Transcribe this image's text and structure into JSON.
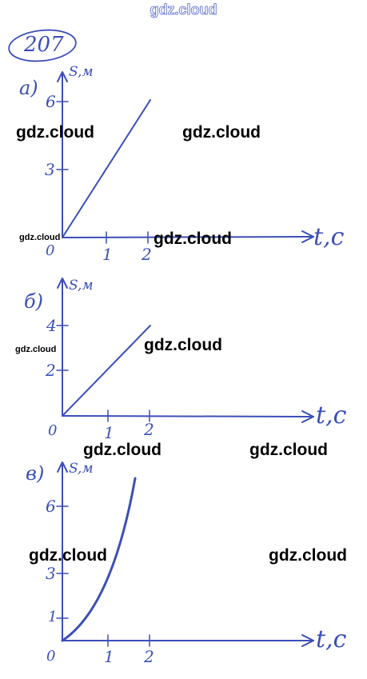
{
  "header_watermark": "gdz.cloud",
  "problem_number": "207",
  "graphs": [
    {
      "label": "а)",
      "y_label": "S,м",
      "x_label": "t,c",
      "y_ticks": [
        "6",
        "3"
      ],
      "x_ticks": [
        "1",
        "2"
      ],
      "origin": "0"
    },
    {
      "label": "б)",
      "y_label": "S,м",
      "x_label": "t,c",
      "y_ticks": [
        "4",
        "2"
      ],
      "x_ticks": [
        "1",
        "2"
      ],
      "origin": "0"
    },
    {
      "label": "в)",
      "y_label": "S,м",
      "x_label": "t,c",
      "y_ticks": [
        "6",
        "3",
        "1"
      ],
      "x_ticks": [
        "1",
        "2"
      ],
      "origin": "0"
    }
  ],
  "watermarks": [
    "gdz.cloud",
    "gdz.cloud",
    "gdz.cloud",
    "gdz.cloud",
    "gdz.cloud",
    "gdz.cloud",
    "gdz.cloud",
    "gdz.cloud",
    "gdz.cloud",
    "gdz.cloud",
    "gdz.cloud"
  ]
}
